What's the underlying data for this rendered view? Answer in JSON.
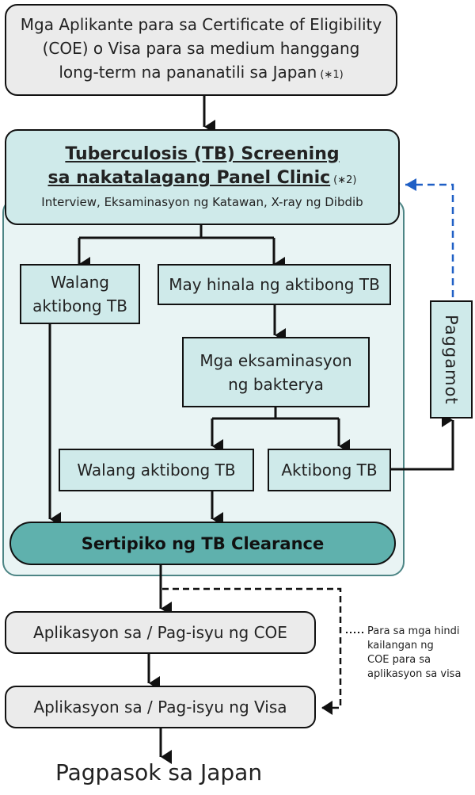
{
  "applicants": {
    "line1": "Mga Aplikante para sa Certificate of Eligibility",
    "line2": "(COE) o Visa para sa medium hanggang",
    "line3": "long-term na pananatili sa Japan",
    "note": "(∗1)"
  },
  "screening": {
    "title_line1": "Tuberculosis (TB) Screening",
    "title_line2": "sa nakatalagang Panel Clinic",
    "note": "(∗2)",
    "sub": "Interview, Eksaminasyon ng Katawan, X-ray ng Dibdib"
  },
  "no_tb_1": {
    "line1": "Walang",
    "line2": "aktibong TB"
  },
  "suspect": "May hinala ng aktibong TB",
  "bacteria": {
    "line1": "Mga eksaminasyon",
    "line2": "ng bakterya"
  },
  "no_tb_2": "Walang aktibong TB",
  "active_tb": "Aktibong TB",
  "treatment": "Paggamot",
  "certificate": "Sertipiko ng TB Clearance",
  "coe": "Aplikasyon sa / Pag-isyu ng COE",
  "visa": "Aplikasyon sa / Pag-isyu ng Visa",
  "side_note": {
    "line1": "Para sa mga hindi",
    "line2": "kailangan ng",
    "line3": "COE para sa",
    "line4": "aplikasyon sa visa"
  },
  "entry": "Pagpasok sa Japan"
}
